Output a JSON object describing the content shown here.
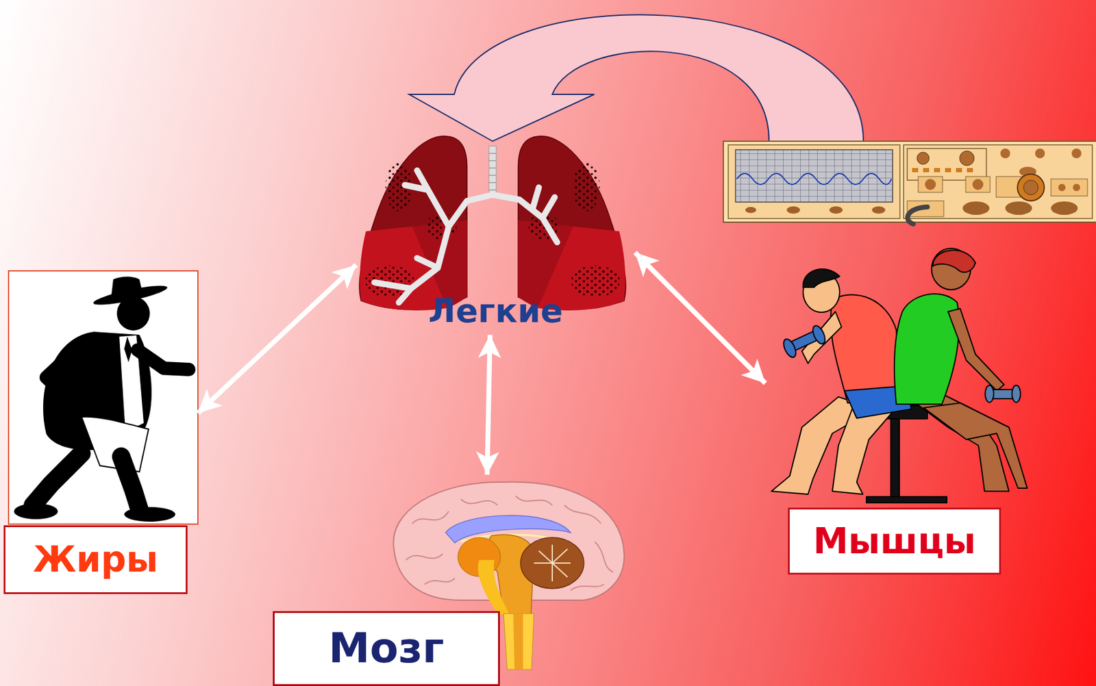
{
  "diagram": {
    "nodes": [
      {
        "text": [
          "Легкие"
        ]
      },
      {
        "text": [
          "Жиры"
        ]
      },
      {
        "text": [
          "Мышцы"
        ]
      },
      {
        "text": [
          "Мозг"
        ]
      }
    ],
    "edges": [
      {
        "from": 0,
        "to": 1,
        "arrow": "both"
      },
      {
        "from": 0,
        "to": 3,
        "arrow": "both"
      },
      {
        "from": 0,
        "to": 2,
        "arrow": "both"
      }
    ]
  }
}
